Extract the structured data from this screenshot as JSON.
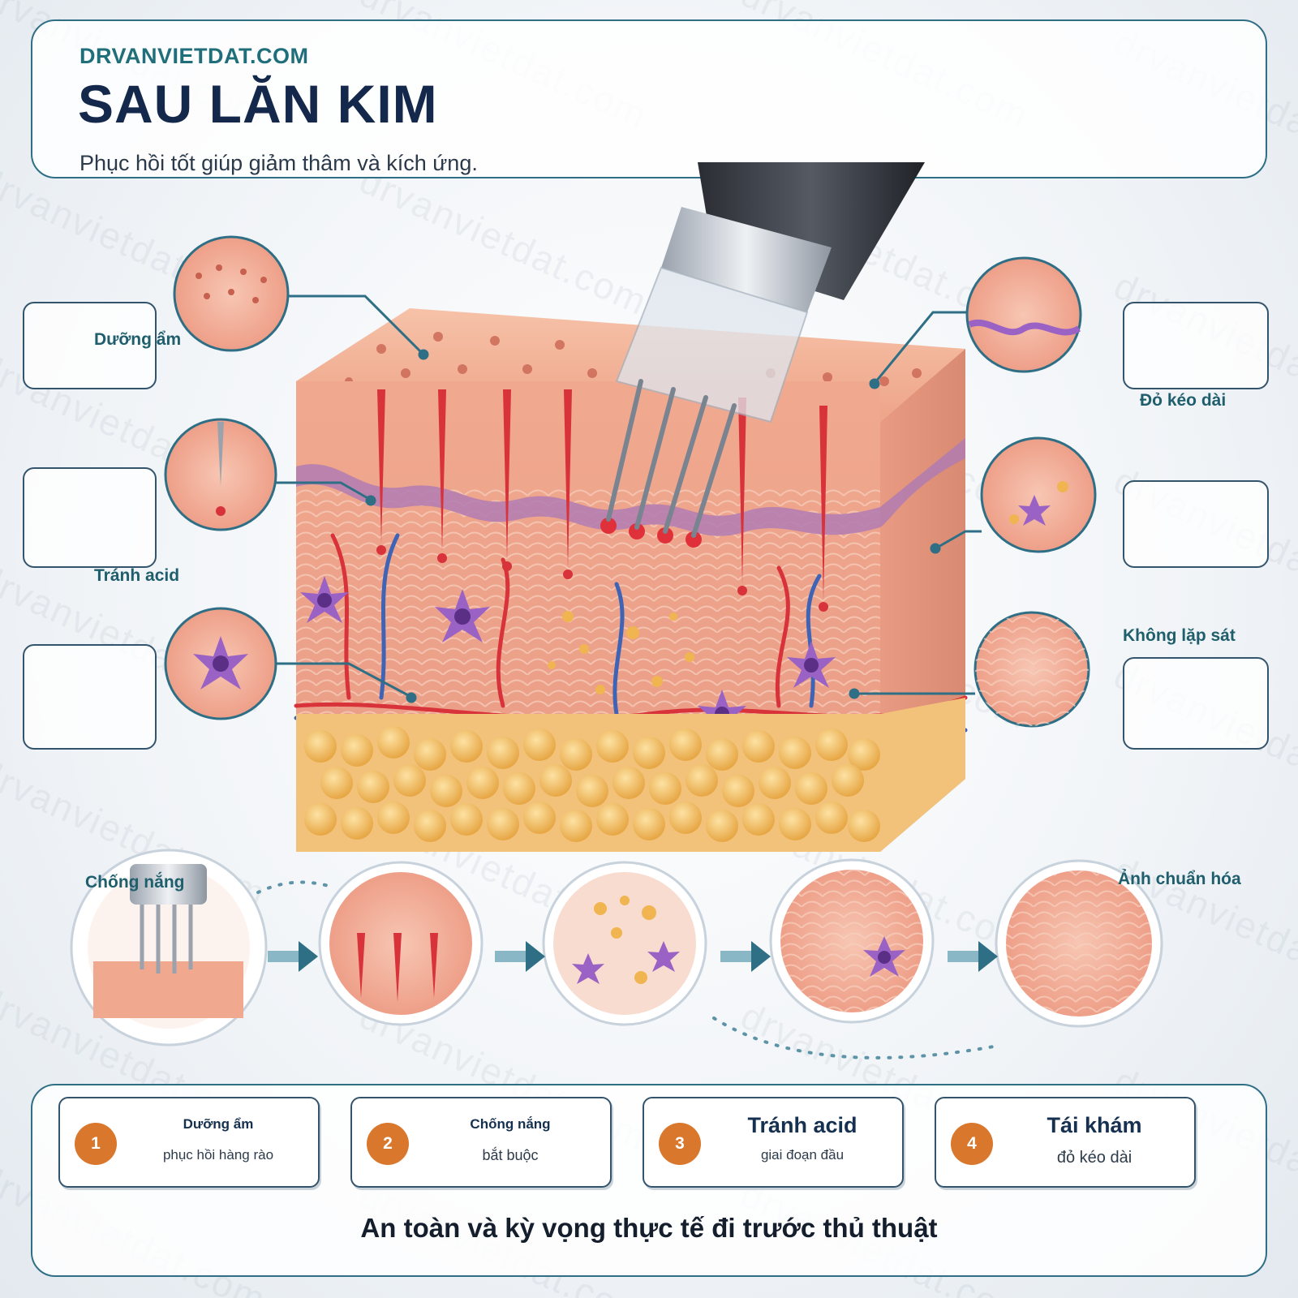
{
  "header": {
    "brand": "DRVANVIETDAT.COM",
    "title": "SAU LĂN KIM",
    "subtitle": "Phục hồi tốt giúp giảm thâm và kích ứng."
  },
  "watermark": "drvanvietdat.com",
  "callouts": {
    "left_top": "Dưỡng ẩm",
    "left_mid": "Tránh acid",
    "right_top": "Đỏ kéo dài",
    "right_mid": "Không lặp sát",
    "process_left": "Chống nắng",
    "process_right": "Ảnh chuẩn hóa"
  },
  "steps": [
    {
      "number": "1",
      "title": "Dưỡng ẩm",
      "subtitle": "phục hồi hàng rào"
    },
    {
      "number": "2",
      "title": "Chống nắng",
      "subtitle": "bắt buộc"
    },
    {
      "number": "3",
      "title": "Tránh acid",
      "subtitle": "giai đoạn đầu"
    },
    {
      "number": "4",
      "title": "Tái khám",
      "subtitle": "đỏ kéo dài"
    }
  ],
  "footer": {
    "tagline": "An toàn và kỳ vọng thực tế đi trước thủ thuật"
  },
  "colors": {
    "frame": "#2f6f86",
    "brand": "#1f6e7a",
    "title": "#14284b",
    "step_badge": "#d9782d",
    "skin": "#f0a88f",
    "blood": "#d8323b",
    "vein": "#3f63b5",
    "fat": "#f0b450",
    "cell": "#9a62c4"
  },
  "icons": {
    "device": "microneedling-pen-icon",
    "arrow": "arrow-right-icon"
  }
}
